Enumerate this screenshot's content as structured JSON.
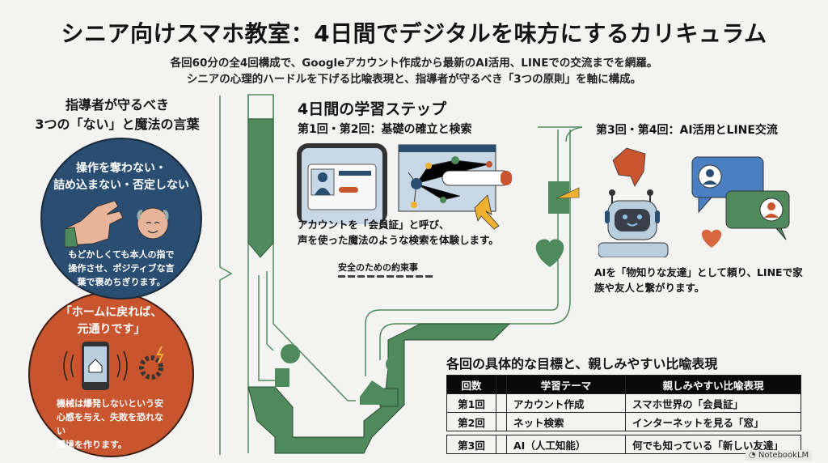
{
  "header": {
    "title": "シニア向けスマホ教室：4日間でデジタルを味方にするカリキュラム",
    "subtitle_line1": "各回60分の全4回構成で、Googleアカウント作成から最新のAI活用、LINEでの交流までを網羅。",
    "subtitle_line2": "シニアの心理的ハードルを下げる比喩表現と、指導者が守るべき「3つの原則」を軸に構成。"
  },
  "principles": {
    "heading_line1": "指導者が守るべき",
    "heading_line2": "3つの「ない」と魔法の言葉",
    "circle1": {
      "title_line1": "操作を奪わない・",
      "title_line2": "詰め込まない・否定しない",
      "body_line1": "もどかしくても本人の指で",
      "body_line2": "操作させ、ポジティブな言",
      "body_line3": "葉で褒めちぎります。",
      "color": "#2a4d72"
    },
    "circle2": {
      "title_line1": "「ホームに戻れば、",
      "title_line2": "元通りです」",
      "body_line1": "機械は爆発しないという安",
      "body_line2": "心感を与え、失敗を恐れない",
      "body_line3": "環境を作ります。",
      "color": "#c9552e"
    }
  },
  "steps": {
    "heading": "4日間の学習ステップ",
    "step12": {
      "title": "第1回・第2回：基礎の確立と検索",
      "desc_line1": "アカウントを「会員証」と呼び、",
      "desc_line2": "声を使った魔法のような検索を体験します。",
      "safety_title": "安全のための約束事"
    },
    "step34": {
      "title": "第3回・第4回：AI活用とLINE交流",
      "desc_line1": "AIを「物知りな友達」として頼り、LINEで家",
      "desc_line2": "族や友人と繋がります。"
    }
  },
  "table": {
    "title": "各回の具体的な目標と、親しみやすい比喩表現",
    "headers": [
      "回数",
      "学習テーマ",
      "親しみやすい比喩表現"
    ],
    "rows": [
      [
        "第1回",
        "アカウント作成",
        "スマホ世界の「会員証」"
      ],
      [
        "第2回",
        "ネット検索",
        "インターネットを見る「窓」"
      ],
      [
        "第3回",
        "AI（人工知能）",
        "何でも知っている「新しい友達」"
      ]
    ]
  },
  "watermark": "NotebookLM",
  "colors": {
    "green": "#4f8a5c",
    "navy": "#2a4d72",
    "orange": "#c9552e",
    "yellow": "#f0b030"
  }
}
